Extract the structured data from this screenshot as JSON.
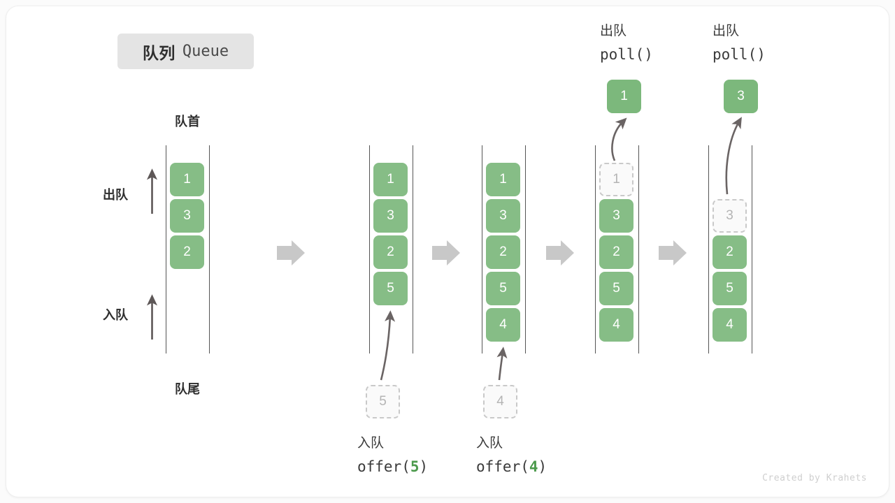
{
  "title": {
    "cn": "队列",
    "en": "Queue"
  },
  "labels": {
    "front": "队首",
    "rear": "队尾",
    "dequeue": "出队",
    "enqueue": "入队"
  },
  "colors": {
    "cell_green": "#86bd86",
    "ghost_fill": "#fafafa",
    "ghost_border": "#c9c9c9",
    "rail": "#555555",
    "step_arrow": "#c8c8c8",
    "badge_bg": "#e4e4e4",
    "accent_text": "#4c9a4c",
    "canvas": "#ffffff"
  },
  "stages": [
    {
      "id": "stage-initial",
      "cells": [
        {
          "value": "1",
          "state": "filled"
        },
        {
          "value": "3",
          "state": "filled"
        },
        {
          "value": "2",
          "state": "filled"
        }
      ]
    },
    {
      "id": "stage-offer-5",
      "cells": [
        {
          "value": "1",
          "state": "filled"
        },
        {
          "value": "3",
          "state": "filled"
        },
        {
          "value": "2",
          "state": "filled"
        },
        {
          "value": "5",
          "state": "filled"
        }
      ],
      "incoming": {
        "value": "5",
        "state": "ghost"
      },
      "caption": {
        "cn": "入队",
        "code_prefix": "offer(",
        "code_value": "5",
        "code_suffix": ")"
      }
    },
    {
      "id": "stage-offer-4",
      "cells": [
        {
          "value": "1",
          "state": "filled"
        },
        {
          "value": "3",
          "state": "filled"
        },
        {
          "value": "2",
          "state": "filled"
        },
        {
          "value": "5",
          "state": "filled"
        },
        {
          "value": "4",
          "state": "filled"
        }
      ],
      "incoming": {
        "value": "4",
        "state": "ghost"
      },
      "caption": {
        "cn": "入队",
        "code_prefix": "offer(",
        "code_value": "4",
        "code_suffix": ")"
      }
    },
    {
      "id": "stage-poll-1",
      "cells": [
        {
          "value": "1",
          "state": "ghost"
        },
        {
          "value": "3",
          "state": "filled"
        },
        {
          "value": "2",
          "state": "filled"
        },
        {
          "value": "5",
          "state": "filled"
        },
        {
          "value": "4",
          "state": "filled"
        }
      ],
      "outgoing": {
        "value": "1",
        "state": "filled"
      },
      "caption": {
        "cn": "出队",
        "code_prefix": "poll(",
        "code_value": "",
        "code_suffix": ")"
      }
    },
    {
      "id": "stage-poll-3",
      "cells": [
        {
          "value": "3",
          "state": "ghost"
        },
        {
          "value": "2",
          "state": "filled"
        },
        {
          "value": "5",
          "state": "filled"
        },
        {
          "value": "4",
          "state": "filled"
        }
      ],
      "outgoing": {
        "value": "3",
        "state": "filled"
      },
      "caption": {
        "cn": "出队",
        "code_prefix": "poll(",
        "code_value": "",
        "code_suffix": ")"
      }
    }
  ],
  "watermark": "Created by Krahets"
}
